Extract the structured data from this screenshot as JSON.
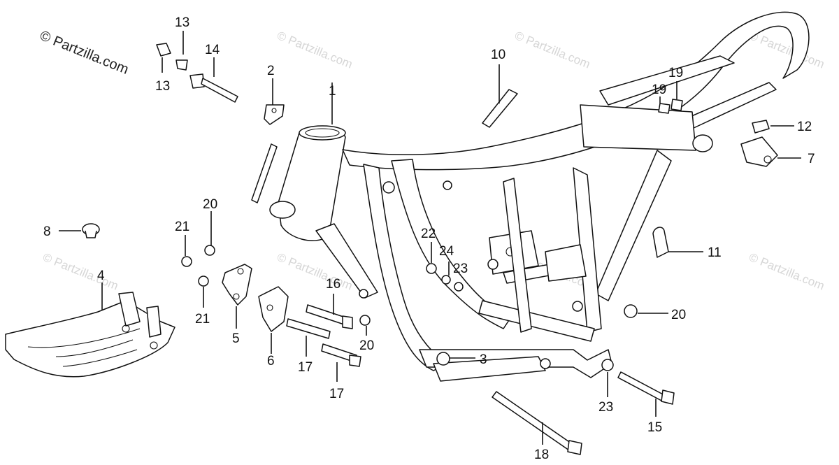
{
  "copyright": "© Partzilla.com",
  "watermark": "© Partzilla.com",
  "callouts": {
    "c1": "1",
    "c2": "2",
    "c3": "3",
    "c4": "4",
    "c5": "5",
    "c6": "6",
    "c7": "7",
    "c8": "8",
    "c10": "10",
    "c11": "11",
    "c12": "12",
    "c13a": "13",
    "c13b": "13",
    "c14": "14",
    "c15": "15",
    "c16": "16",
    "c17a": "17",
    "c17b": "17",
    "c18": "18",
    "c19a": "19",
    "c19b": "19",
    "c20a": "20",
    "c20b": "20",
    "c20c": "20",
    "c21a": "21",
    "c21b": "21",
    "c22": "22",
    "c23a": "23",
    "c23b": "23",
    "c24": "24"
  }
}
